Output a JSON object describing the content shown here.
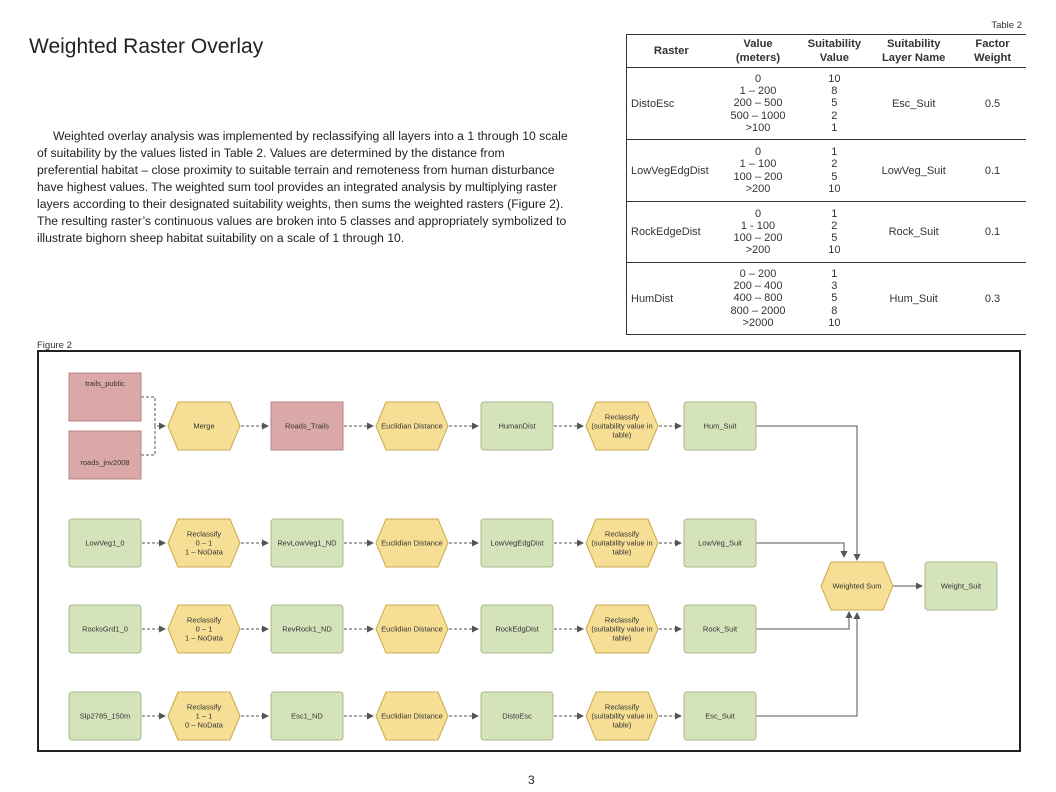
{
  "page": {
    "title": "Weighted Raster Overlay",
    "paragraph": "Weighted overlay analysis was implemented by reclassifying all layers into a 1 through 10 scale of suitability by the values listed in Table 2. Values are determined by the distance from preferential habitat – close proximity to suitable terrain and remoteness from human disturbance have highest values.  The weighted sum tool provides an integrated analysis by multiplying raster layers according to their designated suitability weights, then sums the weighted rasters (Figure 2). The resulting raster’s continuous values are broken into 5 classes and appropriately symbolized to illustrate bighorn sheep habitat suitability on a scale of 1 through 10.",
    "page_number": "3"
  },
  "table": {
    "caption": "Table 2",
    "headers": [
      "Raster",
      "Value\n(meters)",
      "Suitability\nValue",
      "Suitability\nLayer Name",
      "Factor\nWeight"
    ],
    "groups": [
      {
        "raster": "DistoEsc",
        "values": [
          "0",
          "1 – 200",
          "200 – 500",
          "500 – 1000",
          ">100"
        ],
        "suitability": [
          "10",
          "8",
          "5",
          "2",
          "1"
        ],
        "layer": "Esc_Suit",
        "weight": "0.5"
      },
      {
        "raster": "LowVegEdgDist",
        "values": [
          "0",
          "1 – 100",
          "100 – 200",
          ">200"
        ],
        "suitability": [
          "1",
          "2",
          "5",
          "10"
        ],
        "layer": "LowVeg_Suit",
        "weight": "0.1"
      },
      {
        "raster": "RockEdgeDist",
        "values": [
          "0",
          "1 - 100",
          "100 – 200",
          ">200"
        ],
        "suitability": [
          "1",
          "2",
          "5",
          "10"
        ],
        "layer": "Rock_Suit",
        "weight": "0.1"
      },
      {
        "raster": "HumDist",
        "values": [
          "0 – 200",
          "200 – 400",
          "400 – 800",
          "800 – 2000",
          ">2000"
        ],
        "suitability": [
          "1",
          "3",
          "5",
          "8",
          "10"
        ],
        "layer": "Hum_Suit",
        "weight": "0.3"
      }
    ]
  },
  "figure": {
    "caption": "Figure 2",
    "colors": {
      "input": "#dba8a8",
      "data": "#d5e3bb",
      "tool": "#f6df95",
      "tool_stroke": "#c9a94f",
      "data_stroke": "#a9b98d",
      "input_stroke": "#b98585",
      "arrow": "#555555"
    },
    "nodes": {
      "trails": "trails_public",
      "roads": "roads_jnv2008",
      "merge": "Merge",
      "roads_trails": "Roads_Trails",
      "euc1": "Euclidian Distance",
      "humdist": "HumanDist",
      "reclass1": "Reclassify\n(suitability value in\ntable)",
      "humsuit": "Hum_Suit",
      "lowveg": "LowVeg1_0",
      "reclass_a": "Reclassify\n0 – 1\n1 – NoData",
      "revlowveg": "RevLowVeg1_ND",
      "euc2": "Euclidian Distance",
      "lowvegedg": "LowVegEdgDist",
      "reclass2": "Reclassify\n(suitability value in\ntable)",
      "lowvegsuit": "LowVeg_Suit",
      "weighted_sum": "Weighted Sum",
      "weight_suit": "Weight_Suit",
      "rocks": "RocksGrd1_0",
      "reclass_b": "Reclassify\n0 – 1\n1 – NoData",
      "revrock": "RevRock1_ND",
      "euc3": "Euclidian Distance",
      "rockedg": "RockEdgDist",
      "reclass3": "Reclassify\n(suitability value in\ntable)",
      "rocksuit": "Rock_Suit",
      "slp": "Slp2785_150m",
      "reclass_c": "Reclassify\n1 – 1\n0 – NoData",
      "esc": "Esc1_ND",
      "euc4": "Euclidian Distance",
      "distoesc": "DistoEsc",
      "reclass4": "Reclassify\n(suitability value in\ntable)",
      "escsuit": "Esc_Suit"
    }
  }
}
